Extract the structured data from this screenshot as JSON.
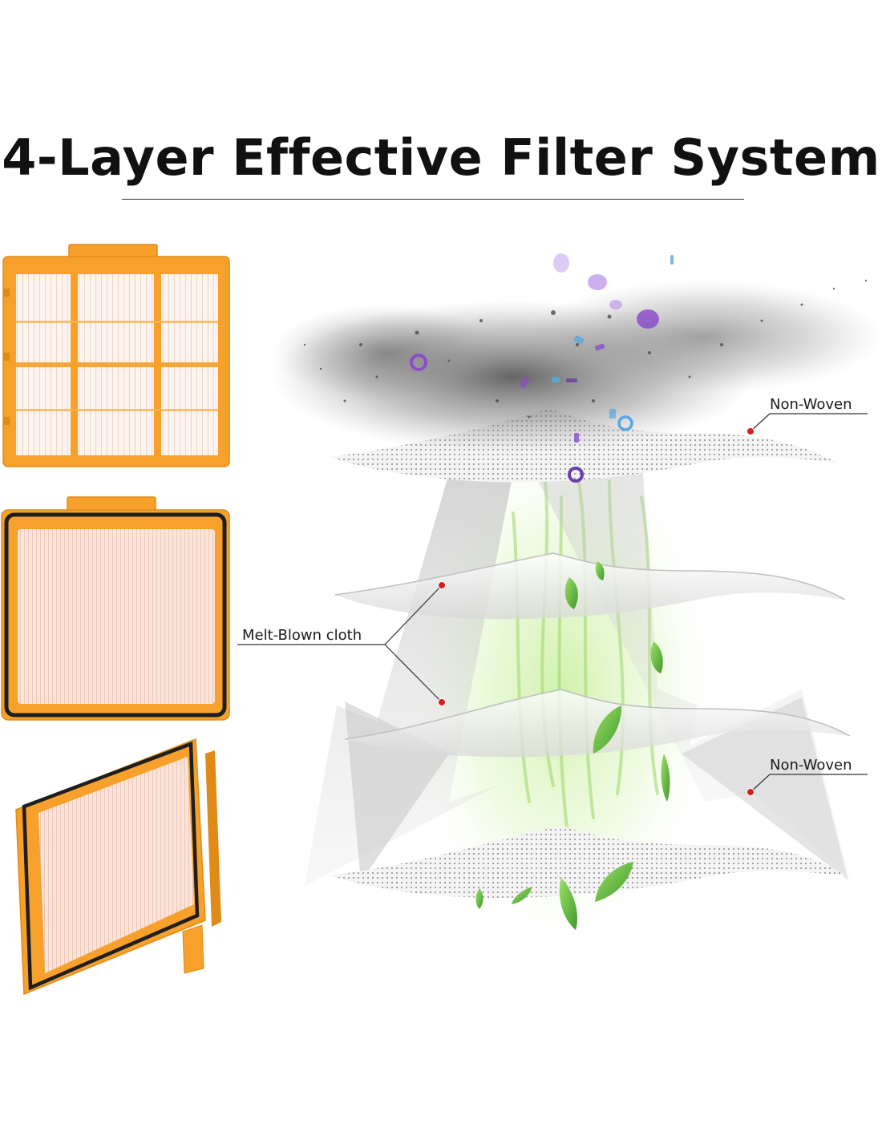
{
  "title": "4-Layer Effective Filter System",
  "labels": {
    "top_non_woven": "Non-Woven",
    "melt_blown": "Melt-Blown cloth",
    "bottom_non_woven": "Non-Woven"
  },
  "colors": {
    "filter_frame": "#f7a02c",
    "filter_frame_dark": "#e08a18",
    "filter_seal": "#1e1e1e",
    "filter_media": "#fdf1ec",
    "marker": "#d61f1f",
    "dust_gray": "#6a6a6a",
    "particle_purple": "#8a4fc8",
    "particle_blue": "#5aa6e0",
    "leaf_green": "#6cc24a"
  },
  "icons": [
    "filter-front-image",
    "filter-sealed-image",
    "filter-angled-image",
    "dust-particles-illustration",
    "leaf-icon"
  ]
}
